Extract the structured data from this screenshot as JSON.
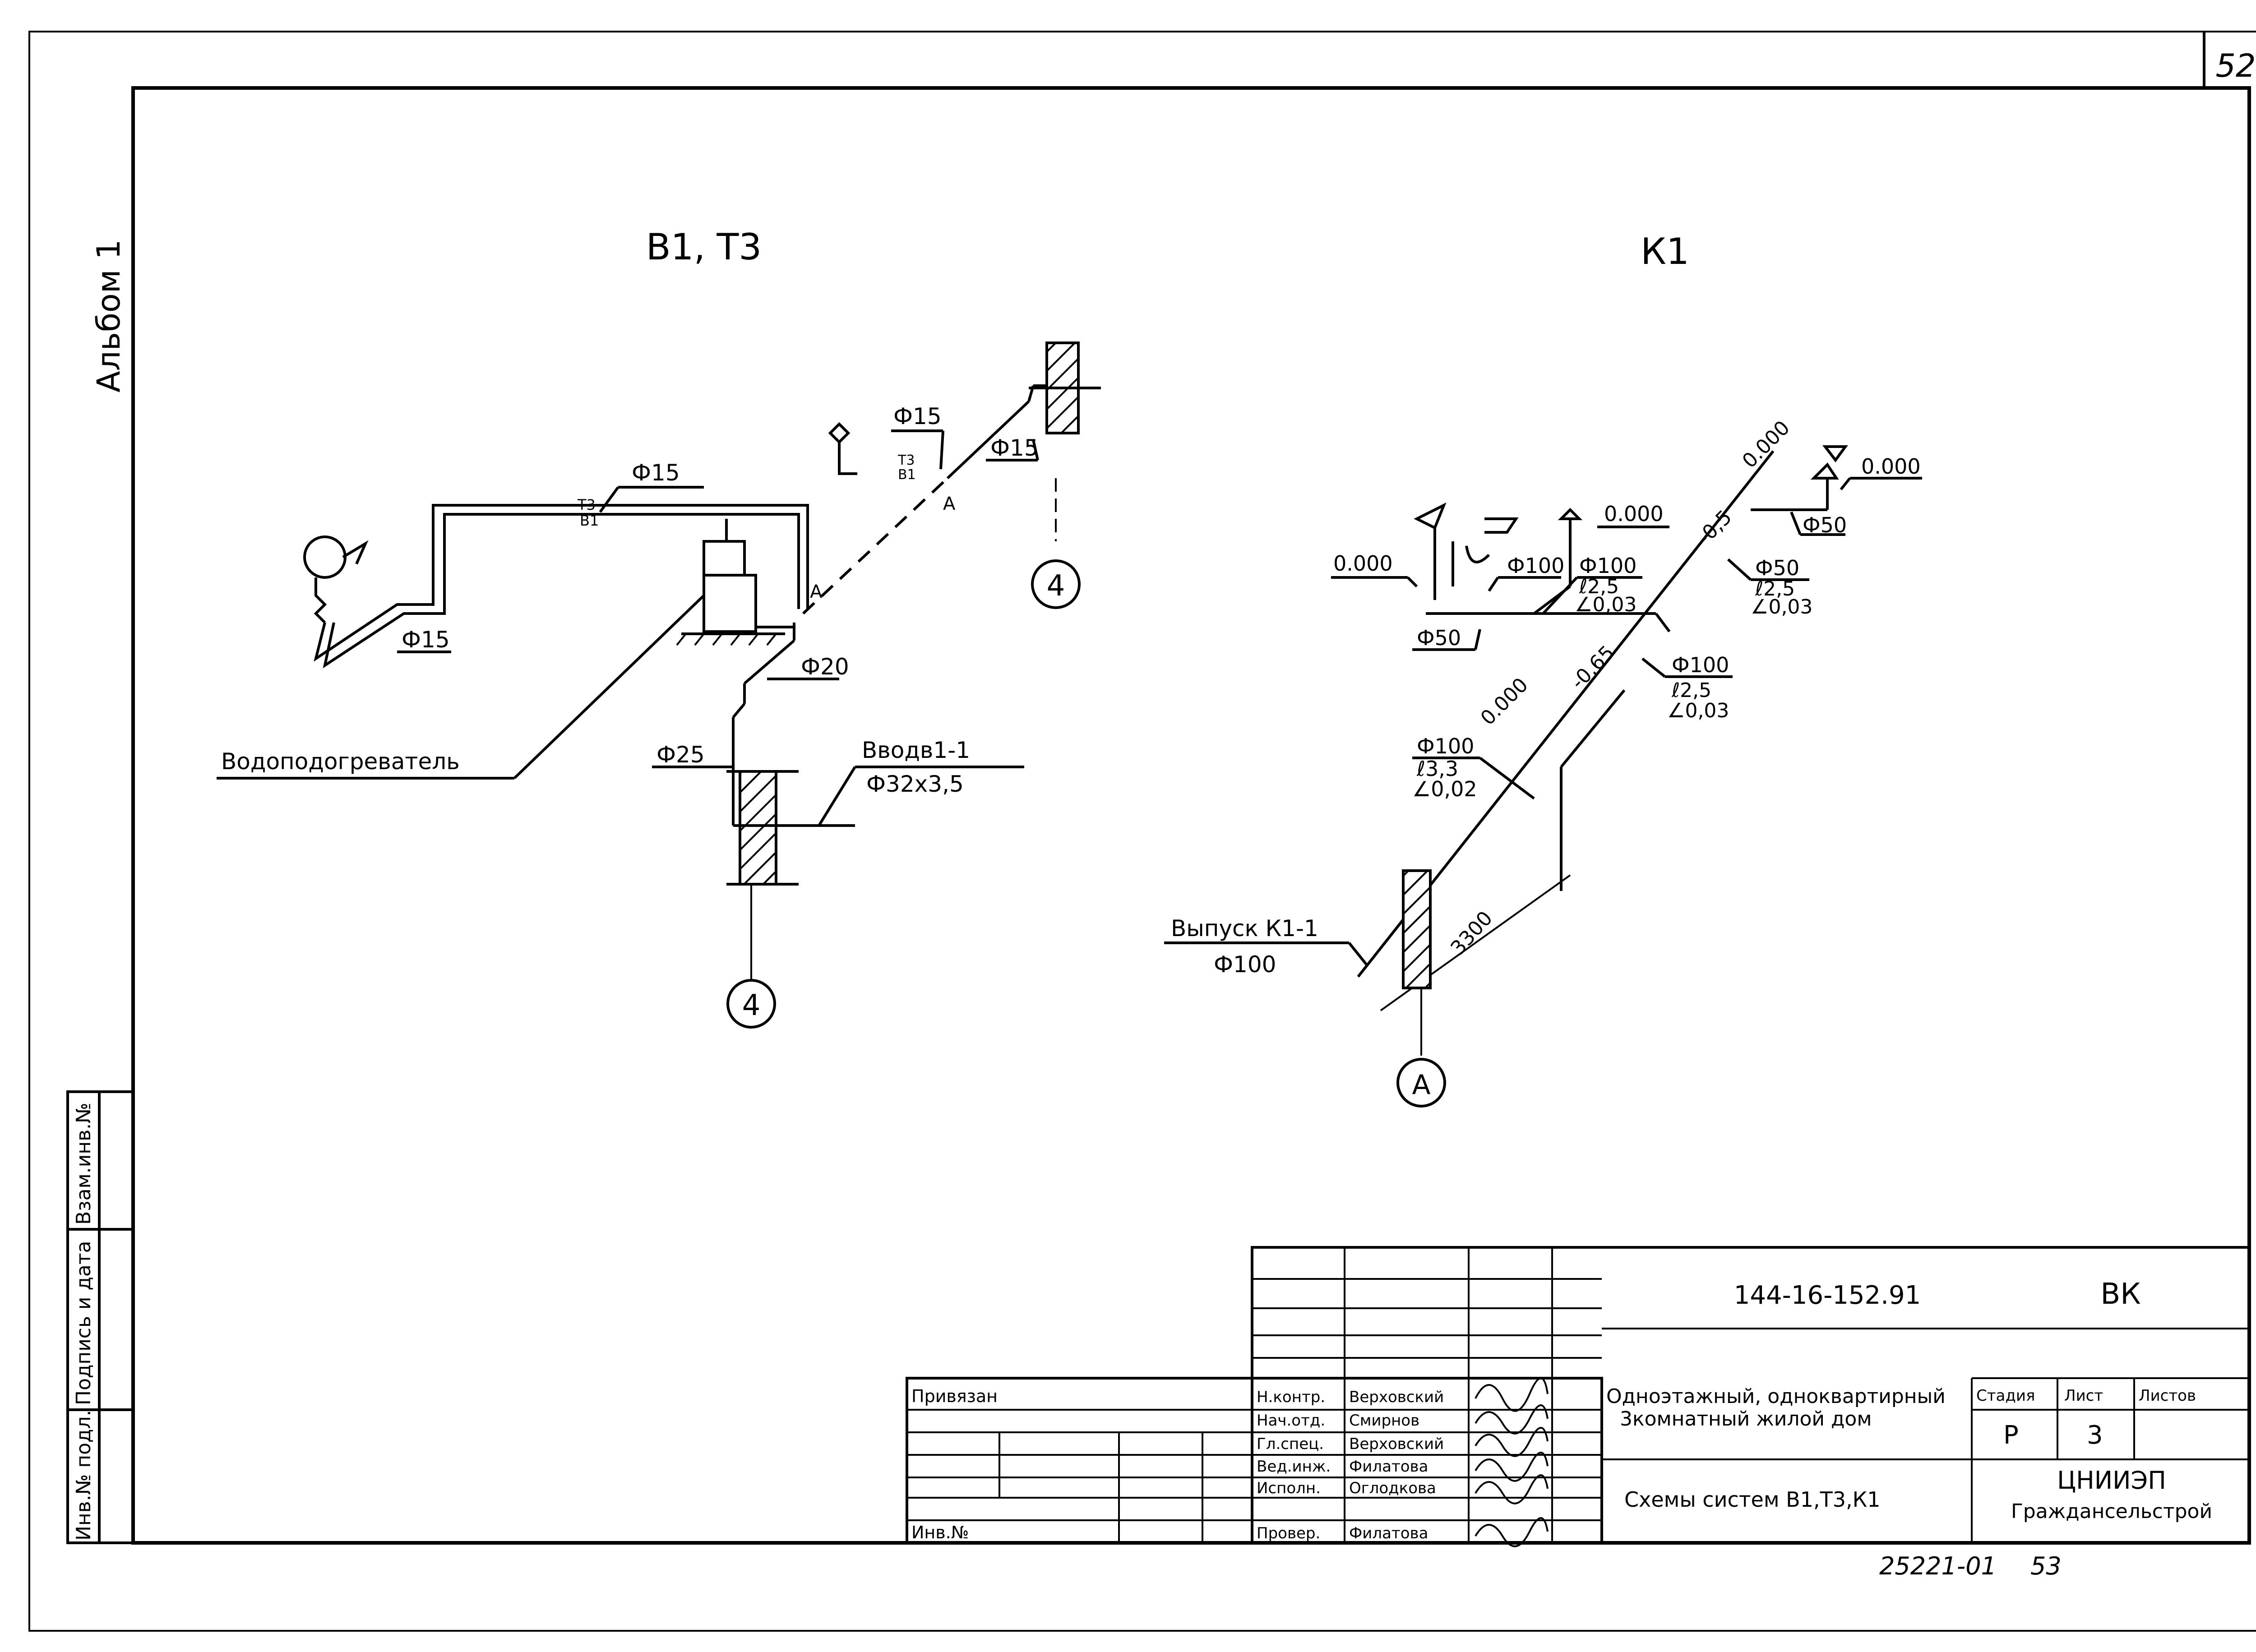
{
  "page_number": "52",
  "album_label": "Альбом 1",
  "scheme_left_title": "В1, Т3",
  "scheme_right_title": "К1",
  "left_scheme": {
    "d15_a": "Ф15",
    "d15_b": "Ф15",
    "d15_c": "Ф15",
    "d15_d": "Ф15",
    "t3_a": "Т3",
    "b1_a": "В1",
    "t3_b": "Т3",
    "b1_b": "В1",
    "a_mark_1": "А",
    "a_mark_2": "А",
    "d20": "Ф20",
    "d25": "Ф25",
    "heater_label": "Водоподогреватель",
    "inlet_label": "Вводв1-1",
    "inlet_pipe": "Ф32х3,5",
    "axis_top": "4",
    "axis_bottom": "4"
  },
  "right_scheme": {
    "lvl_1": "0.000",
    "lvl_2": "0.000",
    "lvl_3": "0.000",
    "lvl_4": "0.000",
    "lvl_5": "0.000",
    "lvl_neg05": "-0,5",
    "lvl_neg065": "-0,65",
    "d50_a": "Ф50",
    "d50_b": "Ф50",
    "d50_c": "Ф50",
    "d100_a": "Ф100",
    "d100_b": "Ф100",
    "d100_c": "Ф100",
    "d100_d": "Ф100",
    "len_a": "ℓ2,5",
    "slope_a": "∠0,03",
    "len_b": "ℓ2,5",
    "slope_b": "∠0,03",
    "len_c": "ℓ2,5",
    "slope_c": "∠0,03",
    "len_d": "ℓ3,3",
    "slope_d": "∠0,02",
    "outlet_label": "Выпуск К1-1",
    "outlet_pipe": "Ф100",
    "dimension": "3300",
    "axis_a": "А"
  },
  "left_margin_labels": {
    "inv_podl": "Инв.№ подл.",
    "sign_date": "Подпись и дата",
    "vzam_inv": "Взам.инв.№"
  },
  "title_block": {
    "doc_code": "144-16-152.91",
    "section": "ВК",
    "privyazan": "Привязан",
    "inv_no": "Инв.№",
    "roles": [
      "Н.контр.",
      "Нач.отд.",
      "Гл.спец.",
      "Вед.инж.",
      "Исполн.",
      "Провер."
    ],
    "names": [
      "Верховский",
      "Смирнов",
      "Верховский",
      "Филатова",
      "Оглодкова",
      "Филатова"
    ],
    "project_name_1": "Одноэтажный, одноквартирный",
    "project_name_2": "3комнатный жилой дом",
    "sheet_title": "Схемы систем В1,Т3,К1",
    "stage_hdr": "Стадия",
    "sheet_hdr": "Лист",
    "sheets_hdr": "Листов",
    "stage_val": "Р",
    "sheet_val": "3",
    "org_1": "ЦНИИЭП",
    "org_2": "Граждансельстрой"
  },
  "footer_code": "25221-01",
  "footer_page": "53"
}
